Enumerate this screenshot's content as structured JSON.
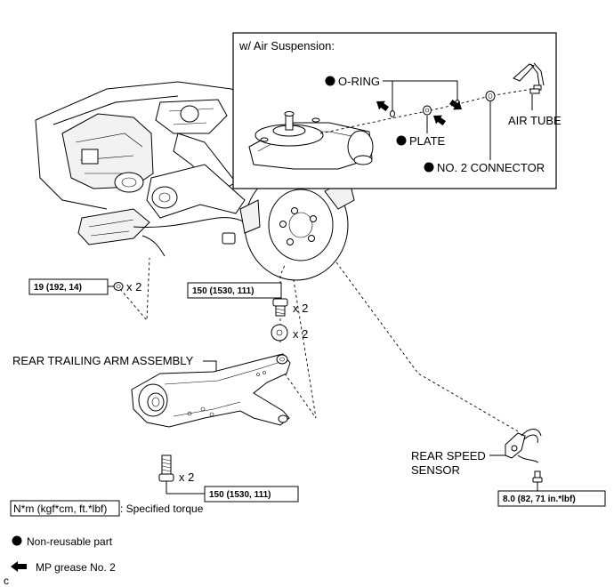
{
  "inset": {
    "title": "w/ Air Suspension:",
    "o_ring": "O-RING",
    "plate": "PLATE",
    "no2_connector": "NO. 2 CONNECTOR",
    "air_tube": "AIR TUBE"
  },
  "labels": {
    "rear_trailing_arm": "REAR TRAILING ARM ASSEMBLY",
    "rear_speed_sensor_1": "REAR SPEED",
    "rear_speed_sensor_2": "SENSOR"
  },
  "torques": {
    "t_19": "19 (192, 14)",
    "t_150_top": "150 (1530, 111)",
    "t_150_bottom": "150 (1530, 111)",
    "t_8": "8.0 (82, 71 in.*lbf)"
  },
  "multipliers": {
    "m_19": "x 2",
    "m_bolt_top": "x 2",
    "m_washer": "x 2",
    "m_bolt_bottom": "x 2"
  },
  "legend": {
    "torque_box": "N*m (kgf*cm, ft.*lbf)",
    "torque_text": ": Specified torque",
    "non_reusable": "Non-reusable part",
    "mp_grease": "MP grease No. 2"
  },
  "corner_letter": "c"
}
